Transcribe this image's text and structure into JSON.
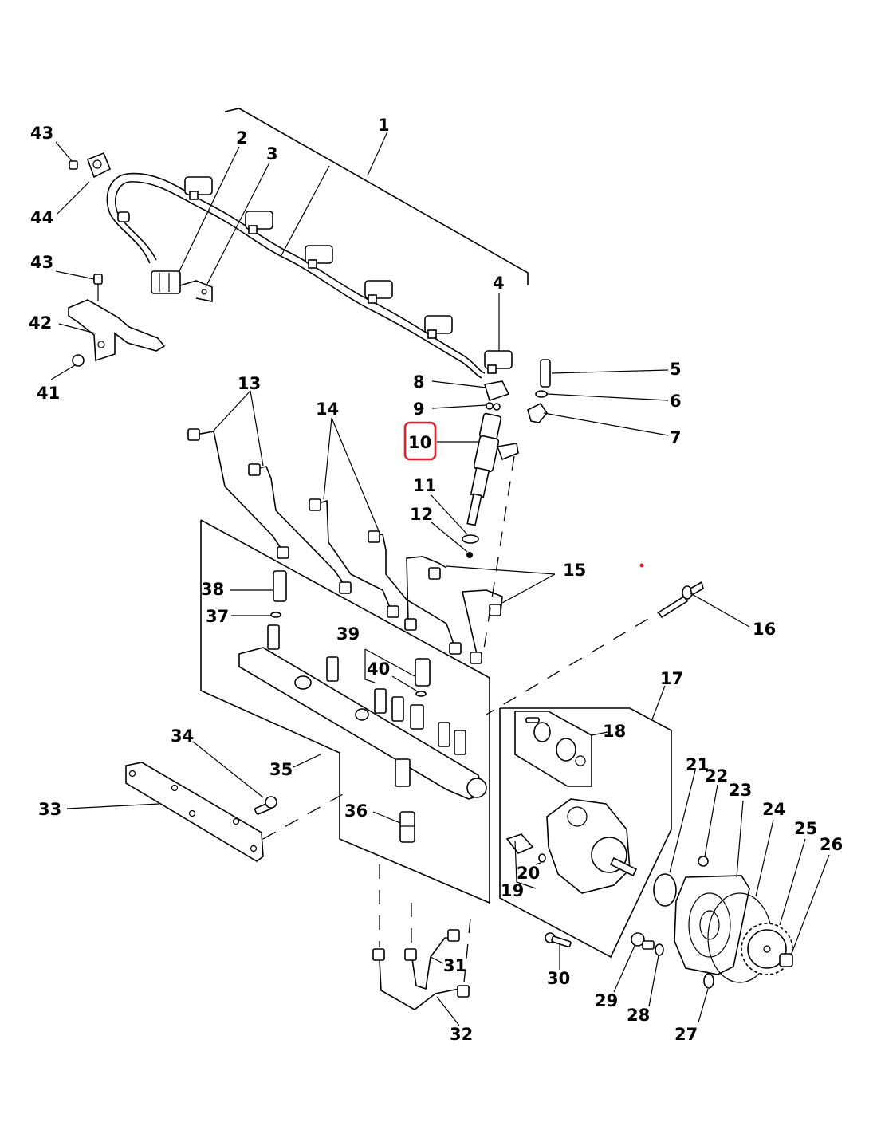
{
  "diagram": {
    "type": "exploded-parts-view",
    "subject": "Fuel injection system (common rail, injectors, high-pressure pump)",
    "highlighted_callout": "10",
    "highlight_color": "#e0202a",
    "callouts": [
      {
        "id": "1",
        "label": "1"
      },
      {
        "id": "2",
        "label": "2"
      },
      {
        "id": "3",
        "label": "3"
      },
      {
        "id": "4",
        "label": "4"
      },
      {
        "id": "5",
        "label": "5"
      },
      {
        "id": "6",
        "label": "6"
      },
      {
        "id": "7",
        "label": "7"
      },
      {
        "id": "8",
        "label": "8"
      },
      {
        "id": "9",
        "label": "9"
      },
      {
        "id": "10",
        "label": "10"
      },
      {
        "id": "11",
        "label": "11"
      },
      {
        "id": "12",
        "label": "12"
      },
      {
        "id": "13",
        "label": "13"
      },
      {
        "id": "14",
        "label": "14"
      },
      {
        "id": "15",
        "label": "15"
      },
      {
        "id": "16",
        "label": "16"
      },
      {
        "id": "17",
        "label": "17"
      },
      {
        "id": "18",
        "label": "18"
      },
      {
        "id": "19",
        "label": "19"
      },
      {
        "id": "20",
        "label": "20"
      },
      {
        "id": "21",
        "label": "21"
      },
      {
        "id": "22",
        "label": "22"
      },
      {
        "id": "23",
        "label": "23"
      },
      {
        "id": "24",
        "label": "24"
      },
      {
        "id": "25",
        "label": "25"
      },
      {
        "id": "26",
        "label": "26"
      },
      {
        "id": "27",
        "label": "27"
      },
      {
        "id": "28",
        "label": "28"
      },
      {
        "id": "29",
        "label": "29"
      },
      {
        "id": "30",
        "label": "30"
      },
      {
        "id": "31",
        "label": "31"
      },
      {
        "id": "32",
        "label": "32"
      },
      {
        "id": "33",
        "label": "33"
      },
      {
        "id": "34",
        "label": "34"
      },
      {
        "id": "35",
        "label": "35"
      },
      {
        "id": "36",
        "label": "36"
      },
      {
        "id": "37",
        "label": "37"
      },
      {
        "id": "38",
        "label": "38"
      },
      {
        "id": "39",
        "label": "39"
      },
      {
        "id": "40",
        "label": "40"
      },
      {
        "id": "41",
        "label": "41"
      },
      {
        "id": "42",
        "label": "42"
      },
      {
        "id": "43a",
        "label": "43"
      },
      {
        "id": "43b",
        "label": "43"
      },
      {
        "id": "44",
        "label": "44"
      }
    ]
  }
}
